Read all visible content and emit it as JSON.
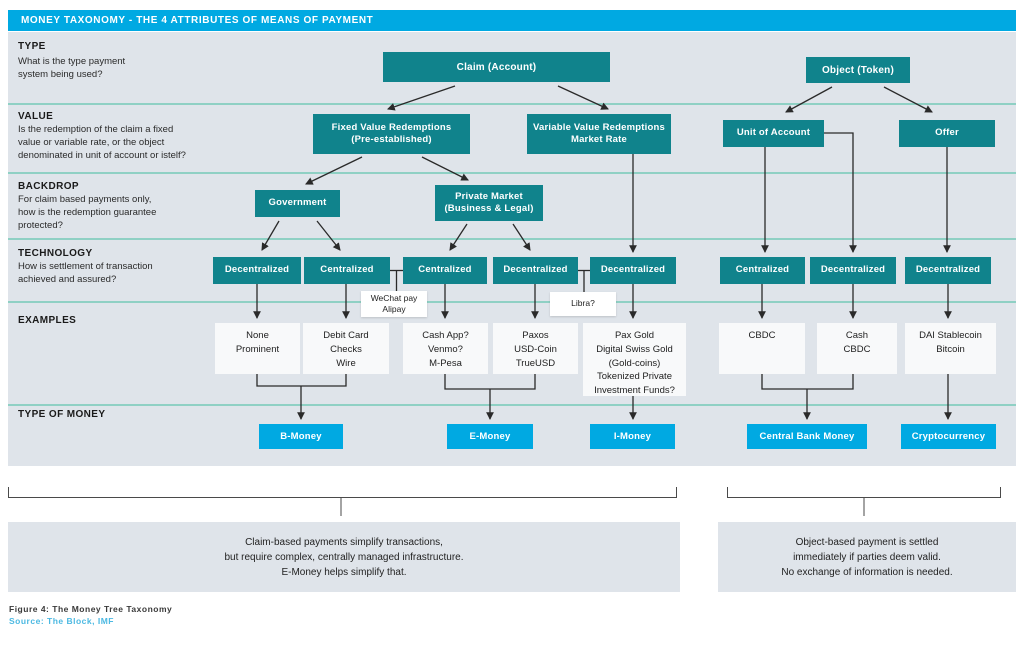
{
  "colors": {
    "accent_blue": "#00a9e2",
    "node_teal": "#10838c",
    "row_background": "#dfe4ea",
    "separator_teal": "#8fd0c4",
    "example_box": "#f8f9fa",
    "connector_dark": "#2a2a2a",
    "source_link_blue": "#4cb9e2"
  },
  "header": {
    "title": "MONEY TAXONOMY - THE 4 ATTRIBUTES OF MEANS OF PAYMENT"
  },
  "rows": [
    {
      "label": "TYPE",
      "description": "What is the type payment\nsystem being used?"
    },
    {
      "label": "VALUE",
      "description": "Is the redemption of the claim a fixed\nvalue or variable rate, or the object\ndenominated in unit of account or istelf?"
    },
    {
      "label": "BACKDROP",
      "description": "For claim based payments only,\nhow is the redemption guarantee\nprotected?"
    },
    {
      "label": "TECHNOLOGY",
      "description": "How is settlement of transaction\nachieved and assured?"
    },
    {
      "label": "EXAMPLES",
      "description": ""
    },
    {
      "label": "TYPE OF MONEY",
      "description": ""
    }
  ],
  "tree": {
    "claim": "Claim (Account)",
    "object": "Object (Token)",
    "fixed": "Fixed Value Redemptions\n(Pre-established)",
    "variable": "Variable Value Redemptions\nMarket Rate",
    "unit": "Unit of Account",
    "offer": "Offer",
    "government": "Government",
    "private": "Private Market\n(Business & Legal)",
    "tech": [
      "Decentralized",
      "Centralized",
      "Centralized",
      "Decentralized",
      "Decentralized",
      "Centralized",
      "Decentralized",
      "Decentralized"
    ],
    "connector_labels": {
      "wechat": "WeChat pay\nAlipay",
      "libra": "Libra?"
    },
    "examples": [
      "None\nProminent",
      "Debit Card\nChecks\nWire",
      "Cash App?\nVenmo?\nM-Pesa",
      "Paxos\nUSD-Coin\nTrueUSD",
      "Pax Gold\nDigital Swiss Gold\n(Gold-coins)\nTokenized Private\nInvestment Funds?",
      "CBDC",
      "Cash\nCBDC",
      "DAI Stablecoin\nBitcoin"
    ],
    "money_types": [
      "B-Money",
      "E-Money",
      "I-Money",
      "Central Bank Money",
      "Cryptocurrency"
    ]
  },
  "summaries": {
    "claim": "Claim-based payments simplify transactions,\nbut require complex, centrally managed infrastructure.\nE-Money helps simplify that.",
    "object": "Object-based payment is settled\nimmediately if parties deem valid.\nNo exchange of information is needed."
  },
  "caption": {
    "figure": "Figure 4: The Money Tree Taxonomy",
    "source": "Source: The Block, IMF"
  }
}
